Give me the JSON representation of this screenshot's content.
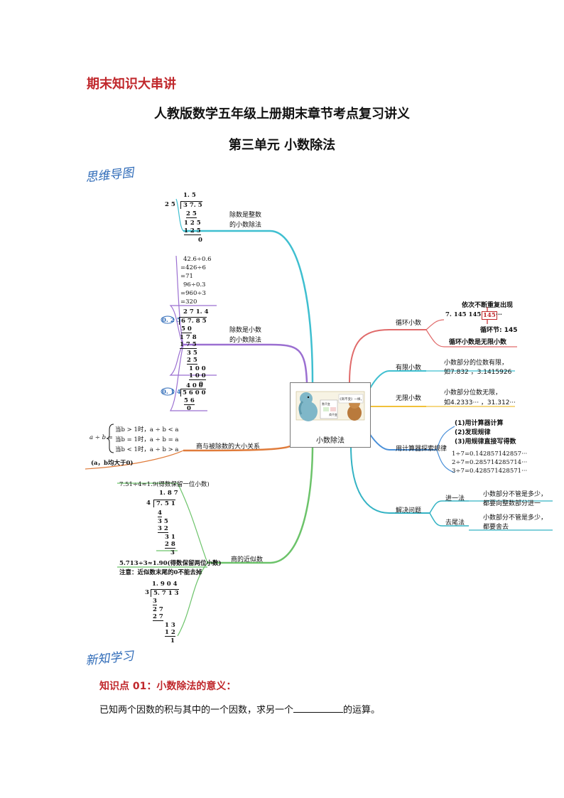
{
  "header": {
    "series": "期末知识大串讲",
    "title": "人教版数学五年级上册期末章节考点复习讲义",
    "unit": "第三单元  小数除法"
  },
  "section_labels": {
    "mindmap": "思维导图",
    "new_knowledge": "新知学习"
  },
  "mindmap": {
    "center": "小数除法",
    "center_badges": [
      "《商不变》一样，",
      "数不变",
      "商不变"
    ],
    "left": {
      "int_divisor": {
        "label": "除数是整数\n的小数除法",
        "calc": {
          "quotient": "1. 5",
          "divisor": "2  5",
          "dividend": "3 7. 5",
          "rows": [
            "2 5",
            "1 2 5",
            "1 2 5",
            "0"
          ]
        }
      },
      "dec_divisor": {
        "label": "除数是小数\n的小数除法",
        "eq1": [
          "42.6÷0.6",
          "=426÷6",
          "=71"
        ],
        "eq2": [
          "96÷0.3",
          "=960÷3",
          "=320"
        ],
        "calc1": {
          "quotient": "2 7 1. 4",
          "divisor": "0. 2 5",
          "dividend": "6 7. 8 5",
          "rows": [
            "5 0",
            "1 7 8",
            "1 7 5",
            "3 5",
            "2 5",
            "1 0 0",
            "1 0 0",
            "0"
          ]
        },
        "calc2": {
          "quotient": "4 0 0",
          "divisor": "0. 1 4",
          "dividend": "5 6 0 0",
          "rows": [
            "5 6",
            "0"
          ]
        }
      },
      "relation": {
        "label": "商与被除数的大小关系",
        "expr": "a ÷ b =",
        "cases": [
          "当b > 1时，a ÷ b < a",
          "当b = 1时，a ÷ b = a",
          "当b < 1时，a ÷ b > a"
        ],
        "note": "(a，b均大于0)"
      },
      "approx": {
        "label": "商的近似数",
        "eq1": "7.51÷4≈1.9(得数保留一位小数)",
        "calc1": {
          "quotient": "1. 8 7",
          "divisor": "4",
          "dividend": "7. 5 1",
          "rows": [
            "4",
            "3 5",
            "3 2",
            "3 1",
            "2 8",
            "3"
          ]
        },
        "eq2": "5.713÷3≈1.90(得数保留两位小数)",
        "note": "注意：近似数末尾的0不能去掉",
        "calc2": {
          "quotient": "1. 9 0 4",
          "divisor": "3",
          "dividend": "5. 7 1 3",
          "rows": [
            "3",
            "2 7",
            "2 7",
            "1 3",
            "1 2",
            "1"
          ]
        }
      }
    },
    "right": {
      "cyclic": {
        "label": "循环小数",
        "top_note": "依次不断重复出现",
        "example_prefix": "7.  145 145",
        "example_box": "145",
        "example_suffix": "···",
        "section_label": "循环节: 145",
        "desc": "循环小数是无限小数"
      },
      "finite": {
        "label": "有限小数",
        "desc": [
          "小数部分的位数有限，",
          "如7.832 ，3.1415926"
        ]
      },
      "infinite": {
        "label": "无限小数",
        "desc": [
          "小数部分位数无限，",
          "如4.2333··· ，31.312···"
        ]
      },
      "calculator": {
        "label": "用计算器探索规律",
        "steps": [
          "(1)用计算器计算",
          "(2)发现规律",
          "(3)用规律直接写得数"
        ],
        "examples": [
          "1÷7=0.142857142857···",
          "2÷7=0.285714285714···",
          "3÷7=0.428571428571···"
        ]
      },
      "problem": {
        "label": "解决问题",
        "methods": [
          {
            "name": "进一法",
            "desc": [
              "小数部分不管是多少，",
              "都要向整数部分进一"
            ]
          },
          {
            "name": "去尾法",
            "desc": [
              "小数部分不管是多少，",
              "都要舍去"
            ]
          }
        ]
      }
    }
  },
  "knowledge_point": {
    "title": "知识点 01：小数除法的意义：",
    "text_before": "已知两个因数的积与其中的一个因数，求另一个",
    "text_after": "的运算。"
  },
  "colors": {
    "title_red": "#c0282c",
    "branch_cyan": "#3fbfd0",
    "branch_purple": "#9b6fd1",
    "branch_orange": "#e07b3a",
    "branch_green": "#6cc36a",
    "branch_red": "#e06a6a",
    "branch_yellow": "#f1c13a",
    "branch_blue": "#4a90d9",
    "branch_teal": "#34b3c4",
    "script_blue": "#2f6bb8"
  }
}
